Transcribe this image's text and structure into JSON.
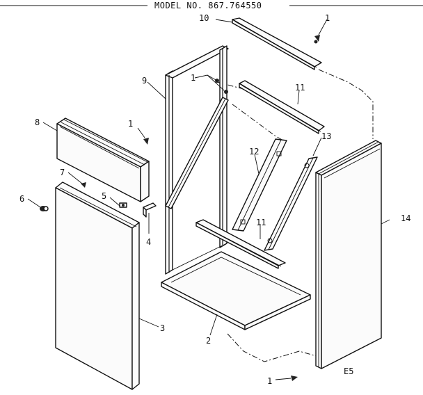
{
  "header": {
    "model_text": "MODEL NO. 867.764550"
  },
  "callouts": {
    "c1_top": "1",
    "c10": "10",
    "c9": "9",
    "c1_frame": "1",
    "c11_top": "11",
    "c8": "8",
    "c1_panel8": "1",
    "c13": "13",
    "c12": "12",
    "c7": "7",
    "c6": "6",
    "c5": "5",
    "c4": "4",
    "c11_bottom": "11",
    "c14": "14",
    "c3": "3",
    "c2": "2",
    "c1_bottom": "1"
  },
  "figure_code": "E5"
}
